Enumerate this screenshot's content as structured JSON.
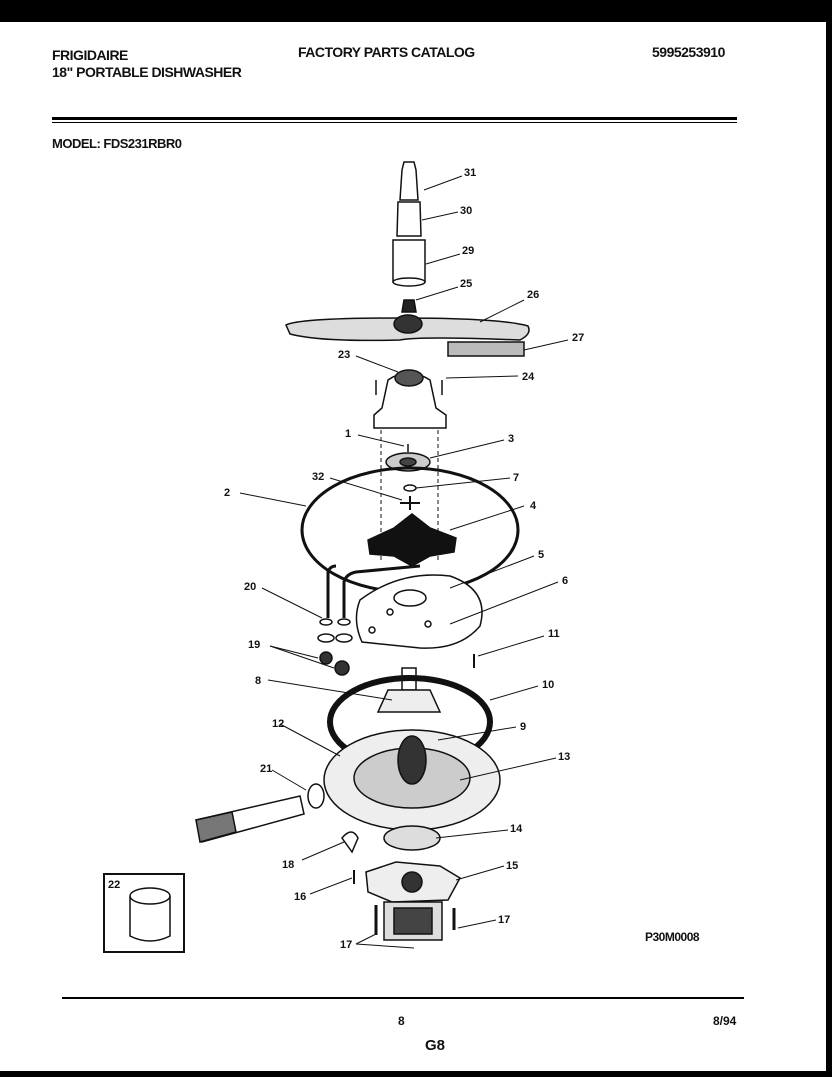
{
  "header": {
    "brand": "FRIGIDAIRE",
    "product": "18\" PORTABLE DISHWASHER",
    "catalog": "FACTORY PARTS CATALOG",
    "part_number": "5995253910"
  },
  "model_label": "MODEL: FDS231RBR0",
  "diagram": {
    "callouts": [
      "31",
      "30",
      "29",
      "25",
      "26",
      "27",
      "23",
      "24",
      "1",
      "3",
      "32",
      "7",
      "2",
      "4",
      "5",
      "6",
      "20",
      "11",
      "19",
      "8",
      "10",
      "9",
      "12",
      "13",
      "21",
      "14",
      "18",
      "15",
      "16",
      "17",
      "17",
      "22"
    ],
    "figure_ref": "P30M0008"
  },
  "footer": {
    "page": "8",
    "date": "8/94",
    "code": "G8"
  }
}
